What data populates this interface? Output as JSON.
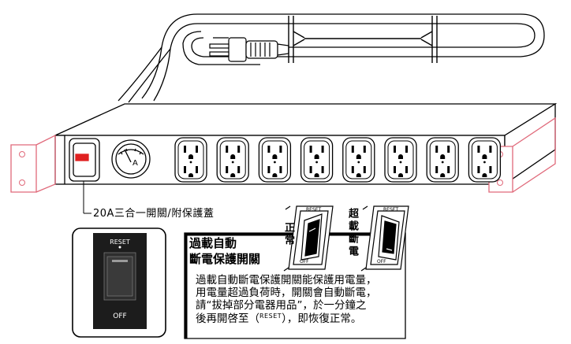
{
  "callout": {
    "label": "20A三合一開關/附保護蓋"
  },
  "ammeter": {
    "letter": "A"
  },
  "outlets": {
    "count": 8
  },
  "switch_box": {
    "reset": "RESET",
    "off": "OFF"
  },
  "info": {
    "title_line1": "過載自動",
    "title_line2": "斷電保護開關",
    "lines": [
      "過載自動斷電保護開關能保護用電量，",
      "用電量超過負荷時，開關會自動斷電，",
      "請“拔掉部分電器用品”，於一分鐘之",
      "後再開啓至（",
      "），即恢復正常。"
    ],
    "reset_inline": "RESET"
  },
  "states": {
    "normal_label": "正常",
    "overload_label": "超載斷電",
    "reset": "RESET",
    "off": "OFF"
  }
}
